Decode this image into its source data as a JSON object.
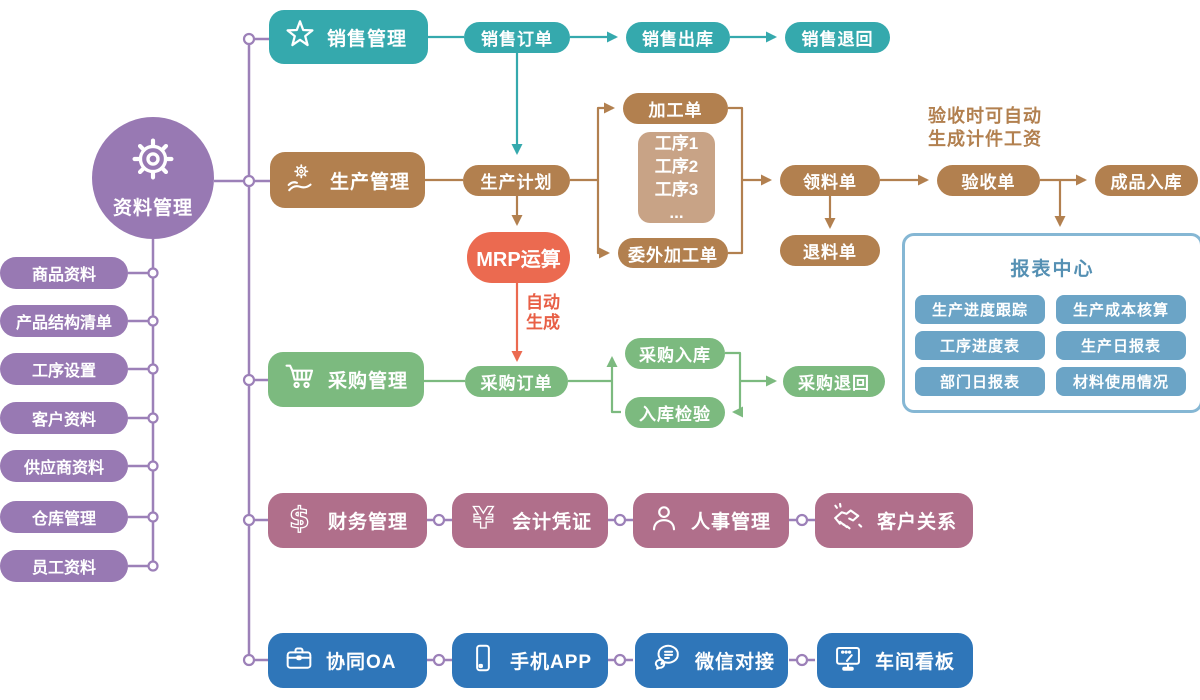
{
  "palette": {
    "purple": "#9879B3",
    "purple_line": "#9C80B8",
    "teal": "#35A9AD",
    "brown": "#B2804F",
    "light_brown": "#C8A386",
    "red": "#EB6A50",
    "green": "#7CBA7F",
    "mauve": "#B06F8B",
    "blue": "#2F76B9",
    "report_pill": "#6BA4C6",
    "report_border": "#85B7D4",
    "report_title": "#5590B3"
  },
  "root": {
    "label": "资料管理",
    "icon": "gear-icon"
  },
  "master_items": [
    "商品资料",
    "产品结构清单",
    "工序设置",
    "客户资料",
    "供应商资料",
    "仓库管理",
    "员工资料"
  ],
  "sales": {
    "module": "销售管理",
    "icon": "star-icon",
    "order": "销售订单",
    "outbound": "销售出库",
    "sales_return": "销售退回"
  },
  "production": {
    "module": "生产管理",
    "icon": "hand-gear-icon",
    "plan": "生产计划",
    "mrp": "MRP运算",
    "auto_note": "自动\n生成",
    "work_order": "加工单",
    "steps": [
      "工序1",
      "工序2",
      "工序3",
      "..."
    ],
    "outsourcing": "委外加工单",
    "picking": "领料单",
    "material_return": "退料单",
    "acceptance": "验收单",
    "acceptance_note": "验收时可自动\n生成计件工资",
    "finished_inbound": "成品入库"
  },
  "purchase": {
    "module": "采购管理",
    "icon": "cart-icon",
    "order": "采购订单",
    "inbound": "采购入库",
    "inspection": "入库检验",
    "purchase_return": "采购退回"
  },
  "report": {
    "title": "报表中心",
    "items": [
      "生产进度跟踪",
      "生产成本核算",
      "工序进度表",
      "生产日报表",
      "部门日报表",
      "材料使用情况"
    ]
  },
  "finance": {
    "finance": "财务管理",
    "finance_icon": "dollar-icon",
    "voucher": "会计凭证",
    "voucher_icon": "yen-icon",
    "hr": "人事管理",
    "hr_icon": "person-icon",
    "crm": "客户关系",
    "crm_icon": "handshake-icon"
  },
  "platform": {
    "oa": "协同OA",
    "oa_icon": "briefcase-icon",
    "app": "手机APP",
    "app_icon": "smartphone-icon",
    "wechat": "微信对接",
    "wechat_icon": "wechat-icon",
    "kanban": "车间看板",
    "kanban_icon": "monitor-icon"
  }
}
